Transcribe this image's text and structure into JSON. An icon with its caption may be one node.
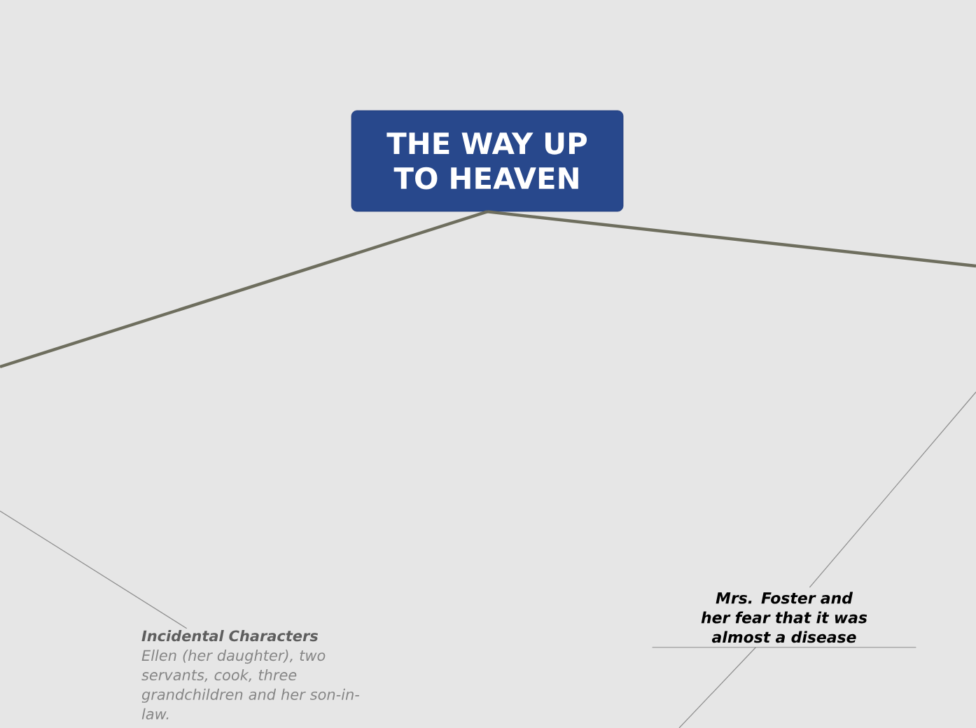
{
  "diagram": {
    "nodes": [
      {
        "text": [
          "THE WAY UP TO HEAVEN"
        ]
      },
      {
        "text": [
          "Incidental Characters",
          "Ellen (her daughter), two servants, cook, three grandchildren and her son-in-law."
        ]
      },
      {
        "text": [
          "Mrs. Foster and her fear that it was almost a disease"
        ]
      }
    ],
    "edges": [
      {
        "from": 0,
        "to": null,
        "arrow": "none",
        "style": "thick",
        "color": "#6e6e5e"
      },
      {
        "from": 0,
        "to": null,
        "arrow": "none",
        "style": "thick",
        "color": "#6e6e5e"
      },
      {
        "from": null,
        "to": 1,
        "arrow": "none"
      },
      {
        "from": null,
        "to": 2,
        "arrow": "none"
      },
      {
        "from": 2,
        "to": null,
        "arrow": "none"
      }
    ]
  }
}
